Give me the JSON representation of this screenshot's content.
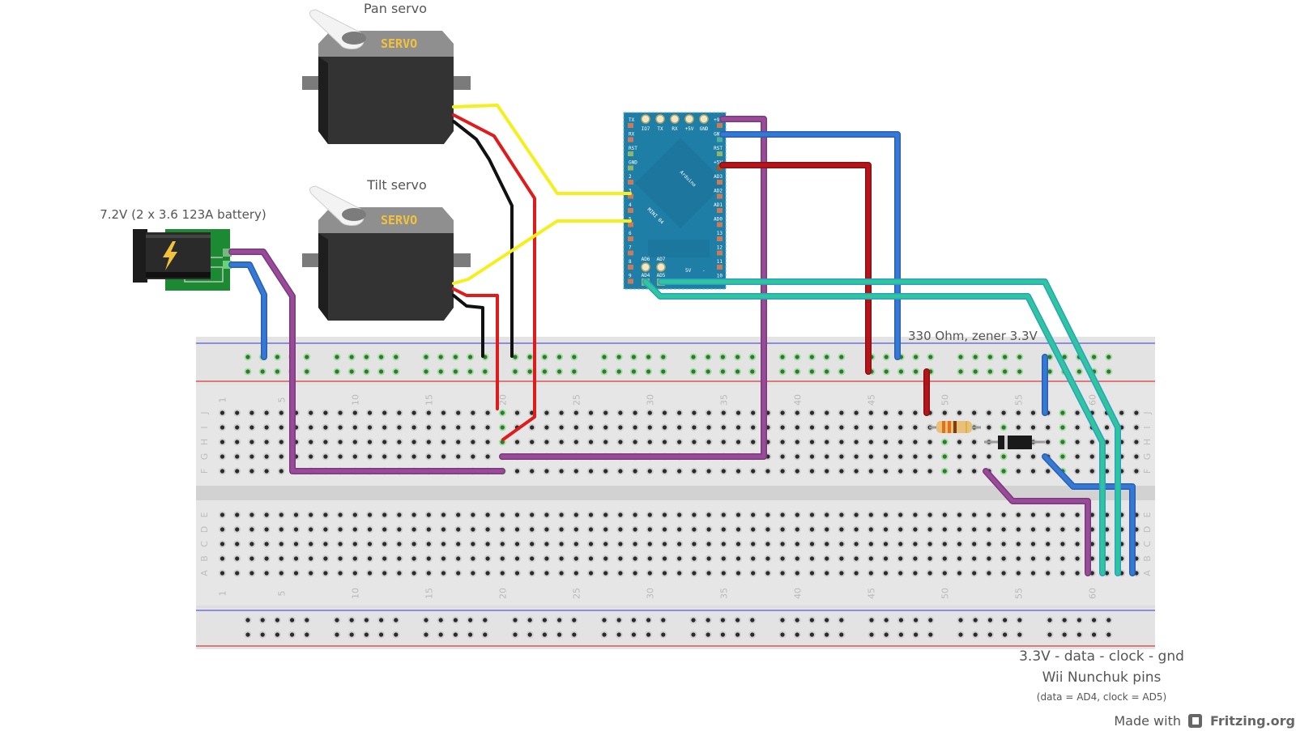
{
  "labels": {
    "pan_servo": "Pan servo",
    "tilt_servo": "Tilt servo",
    "battery": "7.2V (2 x 3.6 123A battery)",
    "resistor_zener": "330 Ohm, zener 3.3V",
    "nunchuk_pins_order": "3.3V - data - clock - gnd",
    "nunchuk_title": "Wii Nunchuk pins",
    "nunchuk_note": "(data = AD4, clock = AD5)",
    "made_with": "Made with",
    "fritzing": "Fritzing.org"
  },
  "servo": {
    "brand_text": "SERVO",
    "brand_color": "#f2c23a"
  },
  "arduino": {
    "name_line1": "Arduino",
    "name_line2": "MINI 04",
    "top_pins": [
      "IO7",
      "TX",
      "RX",
      "+5V",
      "GND"
    ],
    "left_pins": [
      "TX",
      "RX",
      "RST",
      "GND",
      "2",
      "3",
      "4",
      "5",
      "6",
      "7",
      "8",
      "9"
    ],
    "right_pins": [
      "+9V",
      "GND",
      "RST",
      "+5V",
      "AD3",
      "AD2",
      "AD1",
      "AD0",
      "13",
      "12",
      "11",
      "10"
    ],
    "bottom_pins_top": [
      "AD6",
      "AD7"
    ],
    "bottom_pins_bottom": [
      "AD4",
      "AD5"
    ],
    "power_label": "5V",
    "power_minus": "-",
    "board_color": "#1f7ea6"
  },
  "breadboard": {
    "column_numbers": [
      "1",
      "5",
      "10",
      "15",
      "20",
      "25",
      "30",
      "35",
      "40",
      "45",
      "50",
      "55",
      "60"
    ],
    "upper_rows": [
      "J",
      "I",
      "H",
      "G",
      "F"
    ],
    "lower_rows": [
      "E",
      "D",
      "C",
      "B",
      "A"
    ],
    "columns": 63
  },
  "wire_colors": {
    "yellow": "#f5ef1e",
    "red": "#e01b1b",
    "dark_red": "#b5151a",
    "black": "#111111",
    "purple": "#9a4a9a",
    "blue": "#3579d6",
    "teal": "#2fc79a"
  }
}
